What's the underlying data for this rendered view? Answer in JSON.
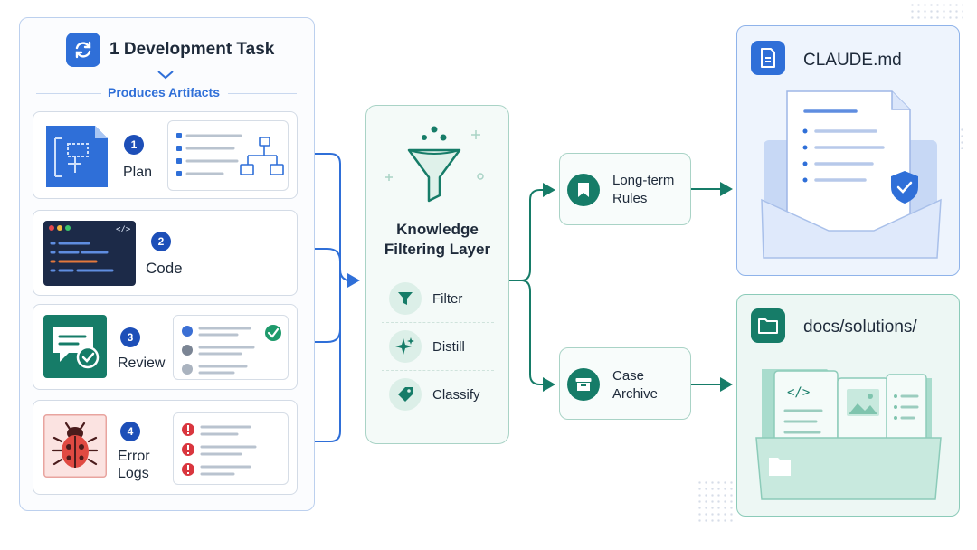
{
  "task": {
    "title": "1 Development Task",
    "produces": "Produces Artifacts"
  },
  "artifacts": [
    {
      "number": "1",
      "label": "Plan"
    },
    {
      "number": "2",
      "label": "Code"
    },
    {
      "number": "3",
      "label": "Review"
    },
    {
      "number": "4",
      "label_line1": "Error",
      "label_line2": "Logs"
    }
  ],
  "filter": {
    "title_line1": "Knowledge",
    "title_line2": "Filtering Layer",
    "items": [
      {
        "label": "Filter",
        "icon": "funnel-icon"
      },
      {
        "label": "Distill",
        "icon": "sparkle-icon"
      },
      {
        "label": "Classify",
        "icon": "tag-icon"
      }
    ]
  },
  "outputs": [
    {
      "line1": "Long-term",
      "line2": "Rules",
      "icon": "bookmark-icon"
    },
    {
      "line1": "Case",
      "line2": "Archive",
      "icon": "archive-box-icon"
    }
  ],
  "destinations": [
    {
      "title": "CLAUDE.md",
      "icon": "document-icon"
    },
    {
      "title": "docs/solutions/",
      "icon": "folder-icon"
    }
  ],
  "colors": {
    "blue_accent": "#2f6fd8",
    "teal_accent": "#167c68",
    "connector_blue": "#2f6fd8",
    "connector_teal": "#167c68",
    "error_red": "#d9363e"
  }
}
